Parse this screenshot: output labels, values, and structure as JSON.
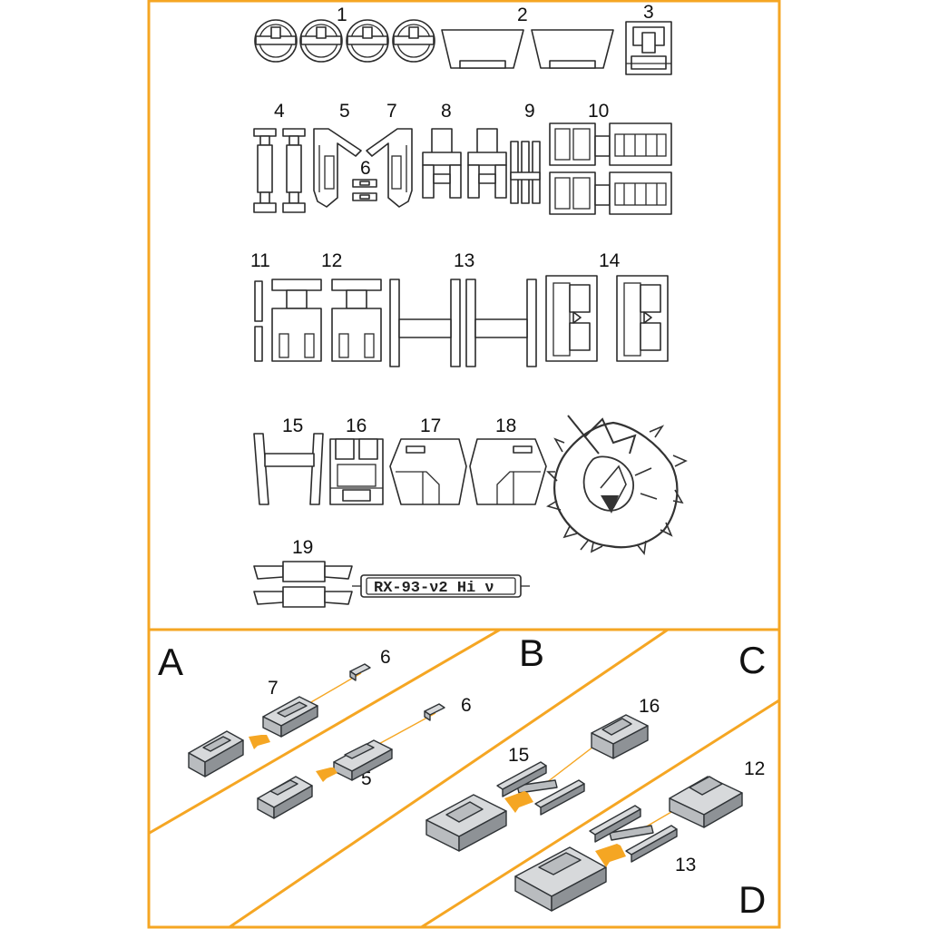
{
  "colors": {
    "accent": "#F5A623",
    "outline": "#2b2b2b",
    "part_grey": "#b9bcbf",
    "background": "#ffffff"
  },
  "parts": {
    "p1": "1",
    "p2": "2",
    "p3": "3",
    "p4": "4",
    "p5": "5",
    "p6": "6",
    "p7": "7",
    "p8": "8",
    "p9": "9",
    "p10": "10",
    "p11": "11",
    "p12": "12",
    "p13": "13",
    "p14": "14",
    "p15": "15",
    "p16": "16",
    "p17": "17",
    "p18": "18",
    "p19": "19"
  },
  "nameplate": {
    "text": "RX-93-ν2 Hi ν"
  },
  "emblem": {
    "icon": "unicorn-head-emblem-icon"
  },
  "steps": {
    "A": {
      "letter": "A",
      "parts": [
        "7",
        "6",
        "6",
        "5"
      ]
    },
    "B": {
      "letter": "B"
    },
    "C": {
      "letter": "C",
      "parts": [
        "16",
        "15"
      ]
    },
    "D": {
      "letter": "D",
      "parts": [
        "12",
        "13"
      ]
    }
  }
}
